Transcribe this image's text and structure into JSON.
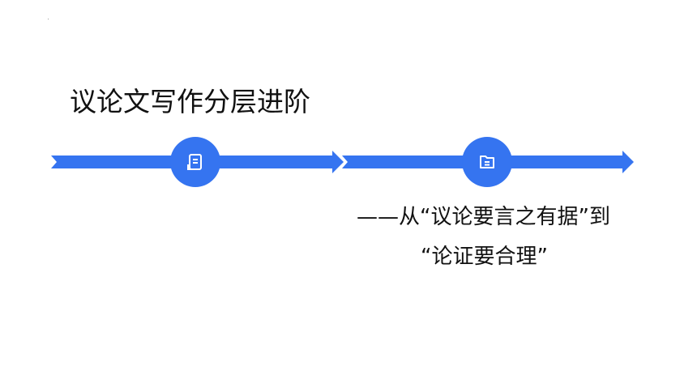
{
  "slide": {
    "title": "议论文写作分层进阶",
    "subtitle_line_1": "——从“议论要言之有据”到",
    "subtitle_line_2": "“论证要合理”"
  },
  "timeline": {
    "color": "#3574f0",
    "nodes": [
      {
        "icon": "document-icon"
      },
      {
        "icon": "folder-icon"
      }
    ]
  }
}
